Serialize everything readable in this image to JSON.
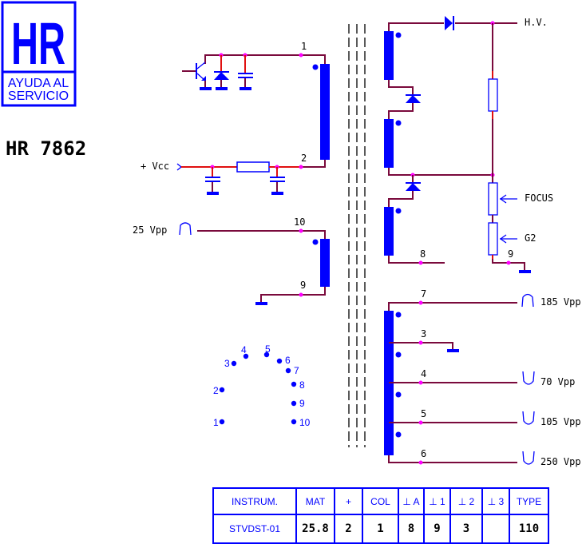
{
  "logo": {
    "mark": "HR",
    "line1": "AYUDA AL",
    "line2": "SERVICIO"
  },
  "model": "HR 7862",
  "labels": {
    "vcc": "+ Vcc",
    "hv": "H.V.",
    "focus": "FOCUS",
    "g2": "G2",
    "input_pulse": "25 Vpp",
    "out_7": "185 Vpp",
    "out_4": "70 Vpp",
    "out_5": "105 Vpp",
    "out_6": "250 Vpp"
  },
  "pins": {
    "p1": "1",
    "p2": "2",
    "p3": "3",
    "p4": "4",
    "p5": "5",
    "p6": "6",
    "p7": "7",
    "p8": "8",
    "p9": "9",
    "p10": "10"
  },
  "pinout": [
    "1",
    "2",
    "3",
    "4",
    "5",
    "6",
    "7",
    "8",
    "9",
    "10"
  ],
  "table": {
    "headers": [
      "INSTRUM.",
      "MAT",
      "+",
      "COL",
      "⊥ A",
      "⊥ 1",
      "⊥ 2",
      "⊥ 3",
      "TYPE"
    ],
    "values": [
      "STVDST-01",
      "25.8",
      "2",
      "1",
      "8",
      "9",
      "3",
      "",
      "110"
    ]
  },
  "colors": {
    "symbol": "#0000ff",
    "wire": "#7a0a3c",
    "node": "#ff00ff"
  }
}
